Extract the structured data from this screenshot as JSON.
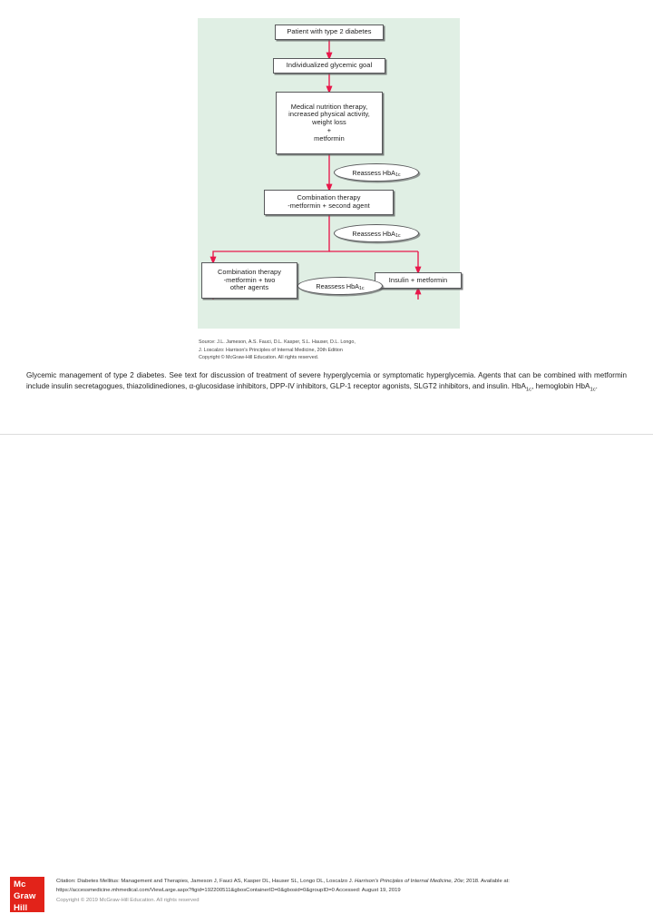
{
  "figure": {
    "background_color": "#e0efe4",
    "arrow_color": "#e8174a",
    "nodes": [
      {
        "id": "patient",
        "label": "Patient with type 2 diabetes"
      },
      {
        "id": "goal",
        "label": "Individualized glycemic goal"
      },
      {
        "id": "mnt",
        "label": "Medical nutrition therapy, increased physical activity, weight loss\n+\nmetformin"
      },
      {
        "id": "combo2",
        "label": "Combination therapy\n-metformin + second agent"
      },
      {
        "id": "combo3",
        "label": "Combination therapy\n-metformin + two\nother agents"
      },
      {
        "id": "insulin",
        "label": "Insulin + metformin"
      }
    ],
    "mnt_lines": [
      "Medical nutrition therapy,",
      "increased physical activity,",
      "weight loss",
      "+",
      "metformin"
    ],
    "combo2_lines": [
      "Combination therapy",
      "-metformin + second agent"
    ],
    "combo3_lines": [
      "Combination therapy",
      "-metformin + two",
      "other agents"
    ],
    "reassess_label": "Reassess HbA",
    "reassess_sub": "1c",
    "source": {
      "line1": "Source: J.L. Jameson, A.S. Fauci, D.L. Kasper, S.L. Hauser, D.L. Longo,",
      "line2": "J. Loscalzo: Harrison's Principles of Internal Medicine, 20th Edition",
      "line3": "Copyright © McGraw-Hill Education. All rights reserved."
    }
  },
  "caption": {
    "part1": "Glycemic management of type 2 diabetes. See text for discussion of treatment of severe hyperglycemia or symptomatic hyperglycemia. Agents that can be combined with metformin include insulin secretagogues, thiazolidinediones, α-glucosidase inhibitors, DPP-IV inhibitors, GLP-1 receptor agonists, SLGT2 inhibitors, and insulin. HbA",
    "sub1": "1c",
    "part2": ", hemoglobin HbA",
    "sub2": "1c",
    "part3": "."
  },
  "footer": {
    "logo": {
      "line1": "Mc",
      "line2": "Graw",
      "line3": "Hill",
      "color": "#e2231a"
    },
    "citation_prefix": "Citation: Diabetes Mellitus: Management and Therapies, Jameson J, Fauci AS, Kasper DL, Hauser SL, Longo DL, Loscalzo J. ",
    "citation_italic": "Harrison's Principles of Internal Medicine, 20e",
    "citation_suffix": "; 2018. Available at: https://accessmedicine.mhmedical.com/ViewLarge.aspx?figid=192200511&gbosContainerID=0&gbosid=0&groupID=0 Accessed: August 19, 2019",
    "copyright": "Copyright © 2019 McGraw-Hill Education. All rights reserved"
  }
}
